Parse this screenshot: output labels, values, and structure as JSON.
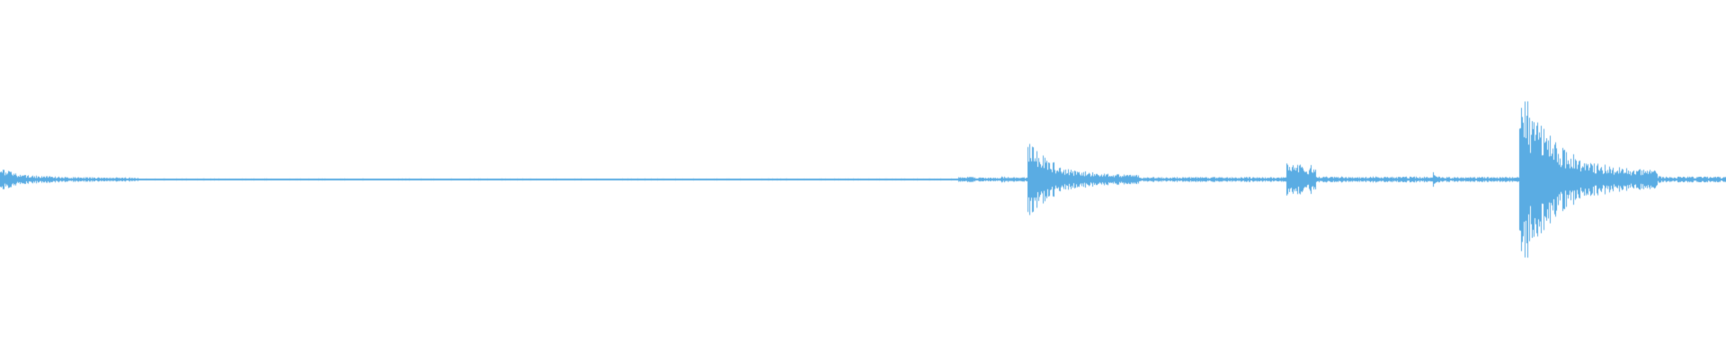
{
  "view": {
    "type": "audio-waveform",
    "waveform_color": "#5aace3",
    "background_color": "#ffffff"
  },
  "waveform": {
    "segments": [
      {
        "t0": 0.0,
        "t1": 0.015,
        "amp": 0.18,
        "decay": 0.7
      },
      {
        "t0": 0.015,
        "t1": 0.08,
        "amp": 0.05,
        "decay": 0.6
      },
      {
        "t0": 0.08,
        "t1": 0.555,
        "amp": 0.01,
        "decay": 0.0
      },
      {
        "t0": 0.555,
        "t1": 0.565,
        "amp": 0.05,
        "decay": 0.5
      },
      {
        "t0": 0.565,
        "t1": 0.58,
        "amp": 0.02,
        "decay": 0.0
      },
      {
        "t0": 0.58,
        "t1": 0.595,
        "amp": 0.035,
        "decay": 0.4
      },
      {
        "t0": 0.595,
        "t1": 0.66,
        "amp": 0.4,
        "decay": 0.9
      },
      {
        "t0": 0.66,
        "t1": 0.745,
        "amp": 0.025,
        "decay": 0.0
      },
      {
        "t0": 0.745,
        "t1": 0.762,
        "amp": 0.18,
        "decay": 0.2
      },
      {
        "t0": 0.762,
        "t1": 0.83,
        "amp": 0.03,
        "decay": 0.0
      },
      {
        "t0": 0.83,
        "t1": 0.835,
        "amp": 0.12,
        "decay": 0.8
      },
      {
        "t0": 0.835,
        "t1": 0.88,
        "amp": 0.025,
        "decay": 0.0
      },
      {
        "t0": 0.88,
        "t1": 0.96,
        "amp": 1.0,
        "decay": 0.92
      },
      {
        "t0": 0.96,
        "t1": 1.0,
        "amp": 0.035,
        "decay": 0.2
      }
    ]
  }
}
